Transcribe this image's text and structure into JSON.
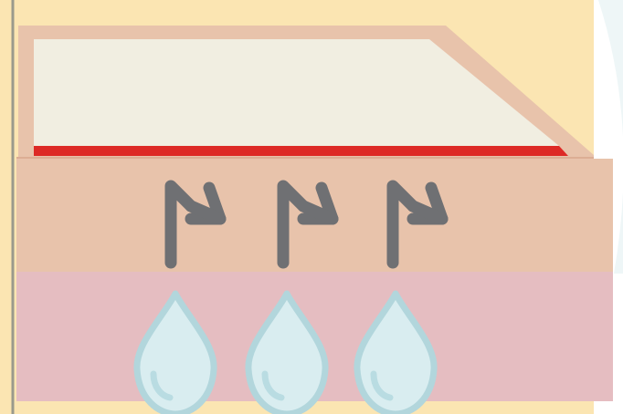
{
  "colors": {
    "page_background": "#ffffff",
    "backdrop": "#fbe5b2",
    "backdrop_edge_line": "#9a9a8c",
    "dressing_border": "#e8c3ab",
    "dressing_film": "#f1eee1",
    "adhesive_strip": "#dd2a26",
    "middle_layer": "#e8c3ab",
    "skin_layer": "#e5bdc1",
    "arrow": "#6f7073",
    "drop_outline": "#b2d6dc",
    "drop_fill": "#d9edf0",
    "drop_highlight": "#b9dce2",
    "faint_arc": "#eef6f7"
  },
  "layers": [
    {
      "name": "dressing-film"
    },
    {
      "name": "adhesive-strip"
    },
    {
      "name": "middle-layer"
    },
    {
      "name": "skin-layer"
    }
  ],
  "arrows": [
    {
      "icon": "turn-right-arrow-icon"
    },
    {
      "icon": "turn-right-arrow-icon"
    },
    {
      "icon": "turn-right-arrow-icon"
    }
  ],
  "drops": [
    {
      "icon": "water-drop-icon"
    },
    {
      "icon": "water-drop-icon"
    },
    {
      "icon": "water-drop-icon"
    }
  ]
}
